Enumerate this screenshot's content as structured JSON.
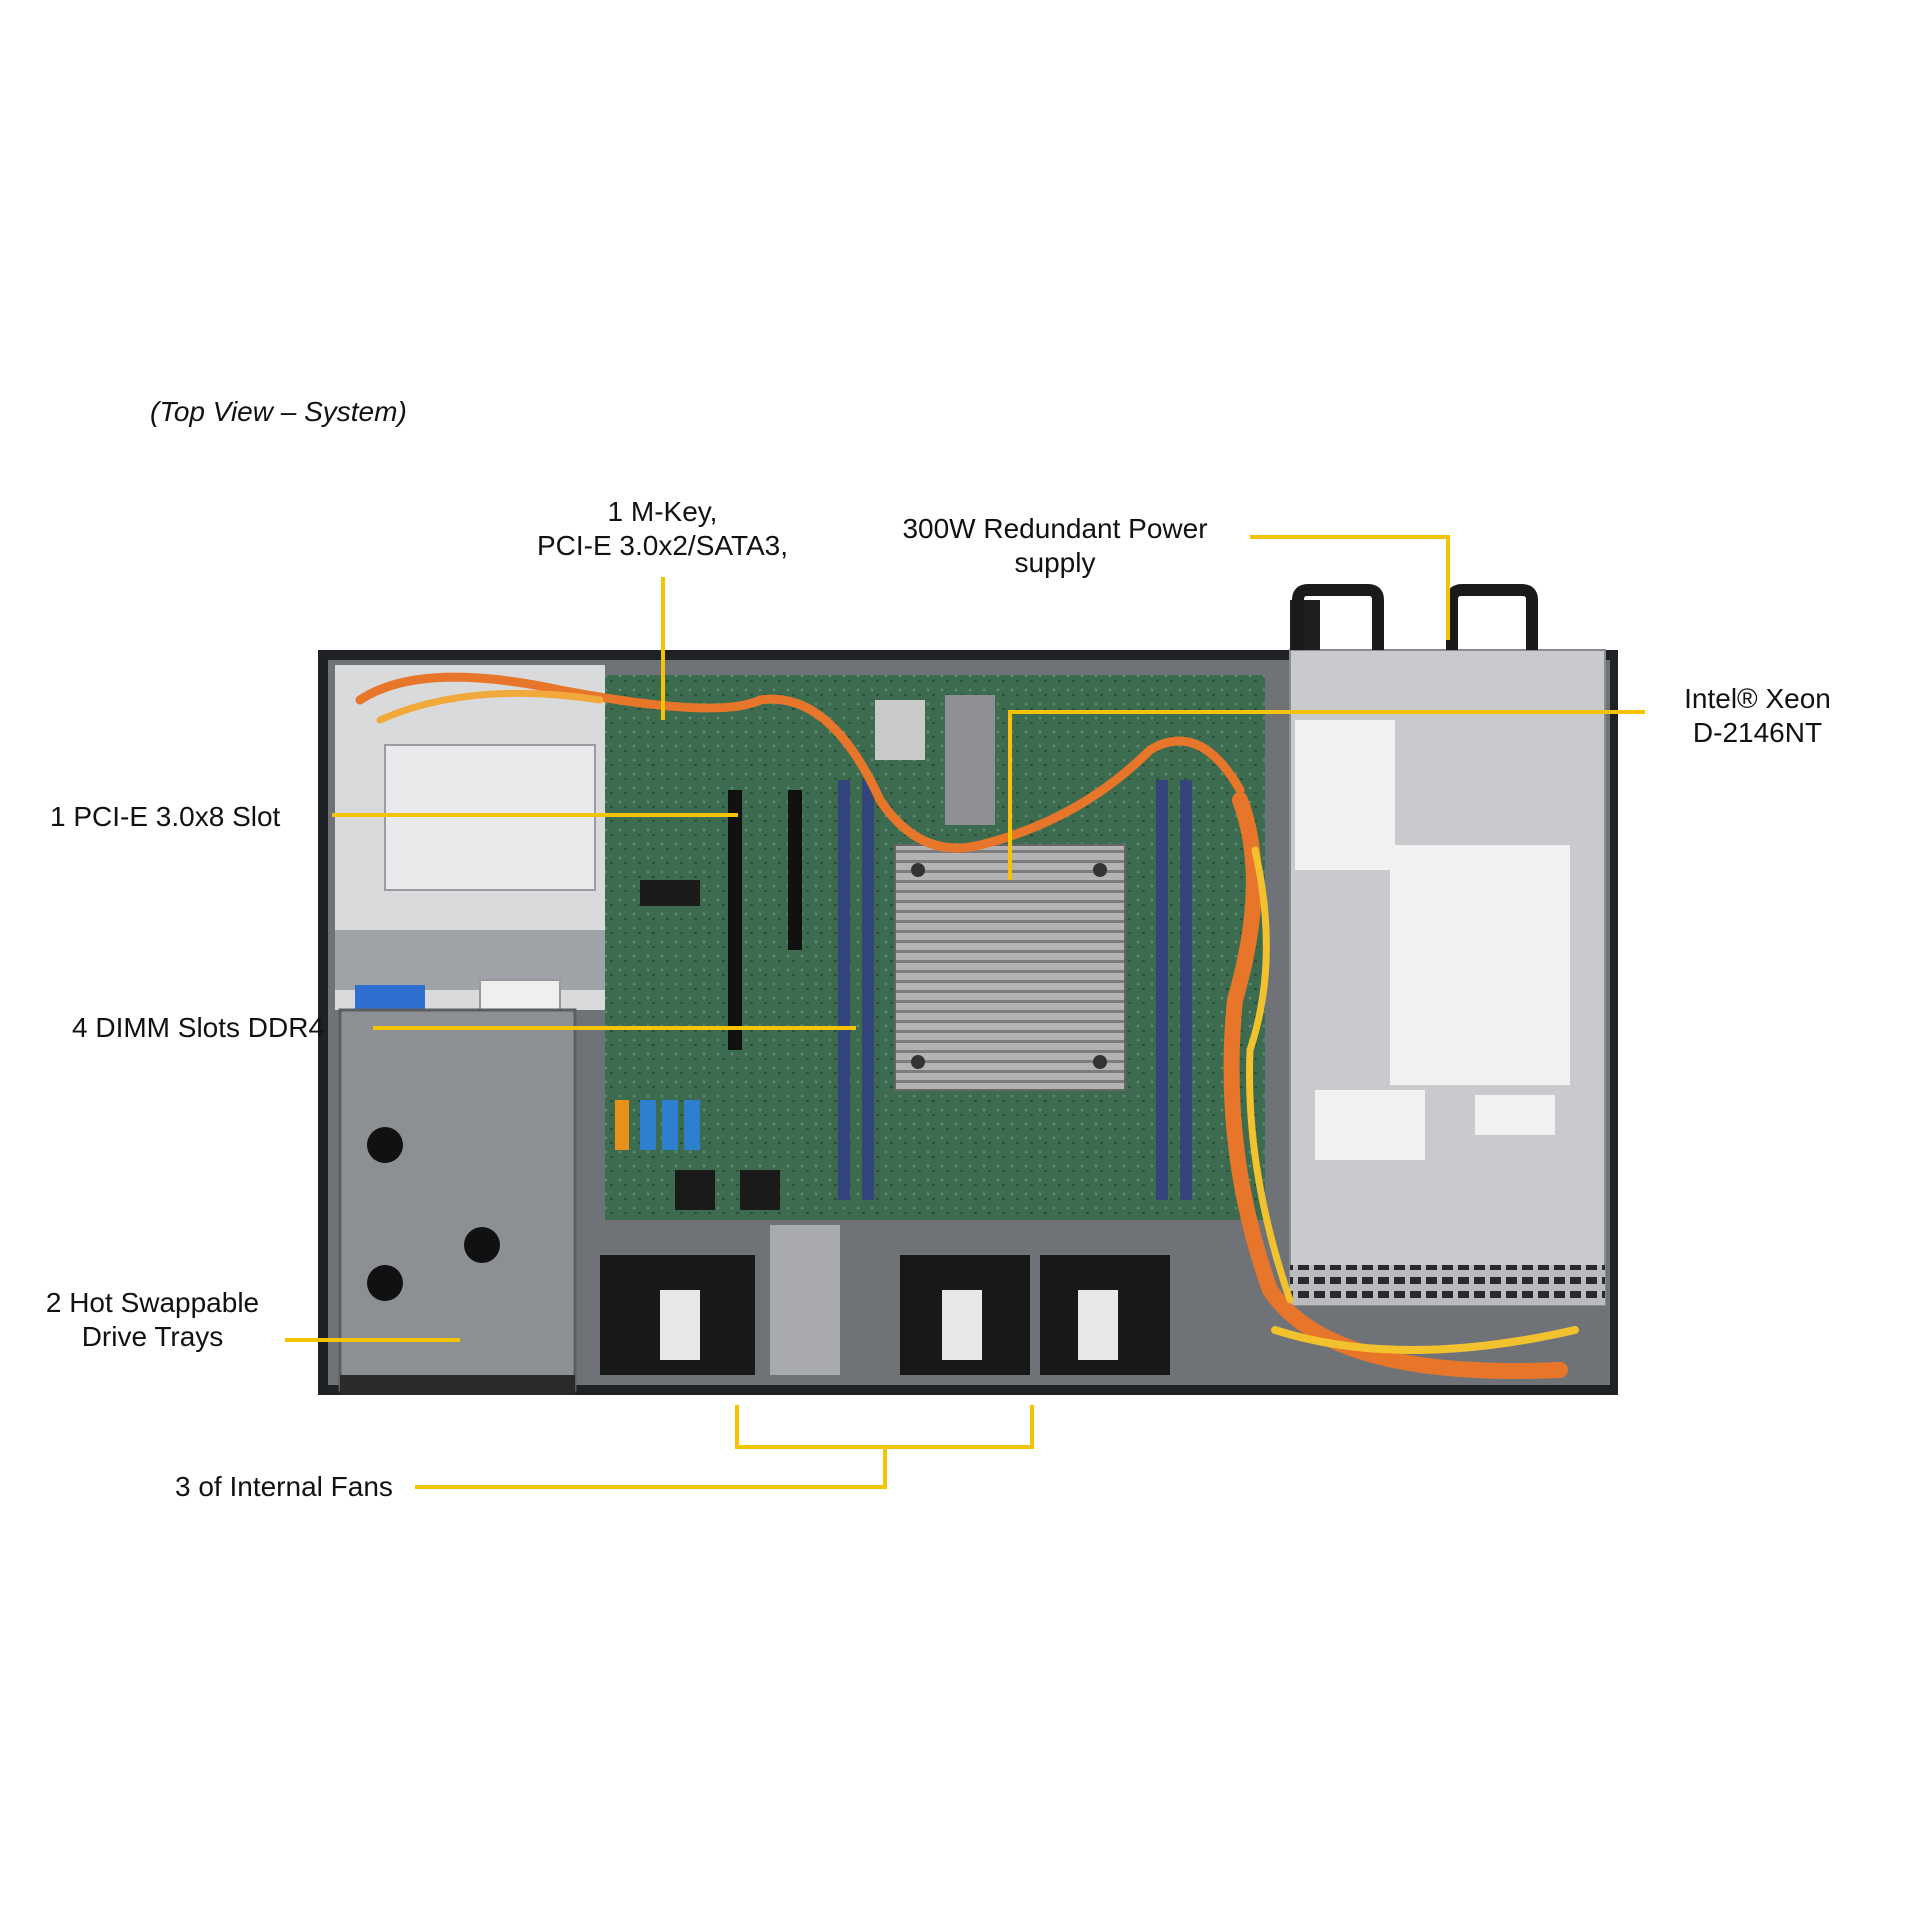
{
  "view_title": "(Top View – System)",
  "callouts": {
    "mkey": {
      "line1": "1 M-Key,",
      "line2": "PCI-E 3.0x2/SATA3,"
    },
    "psu": {
      "line1": "300W Redundant Power",
      "line2": "supply"
    },
    "cpu": {
      "line1": "Intel® Xeon",
      "line2": "D-2146NT"
    },
    "pcie": {
      "text": "1 PCI-E 3.0x8 Slot"
    },
    "dimm": {
      "text": "4 DIMM Slots DDR4"
    },
    "drive": {
      "line1": "2 Hot Swappable",
      "line2": "Drive Trays"
    },
    "fans": {
      "text": "3 of Internal Fans"
    }
  },
  "colors": {
    "leader": "#f5c400",
    "chassis": "#1f2124",
    "pcb": "#3c6b50",
    "psu": "#c8cace",
    "heatsink": "#a9a9a9",
    "dimm": "#33457a",
    "cable_orange": "#e8762a"
  }
}
